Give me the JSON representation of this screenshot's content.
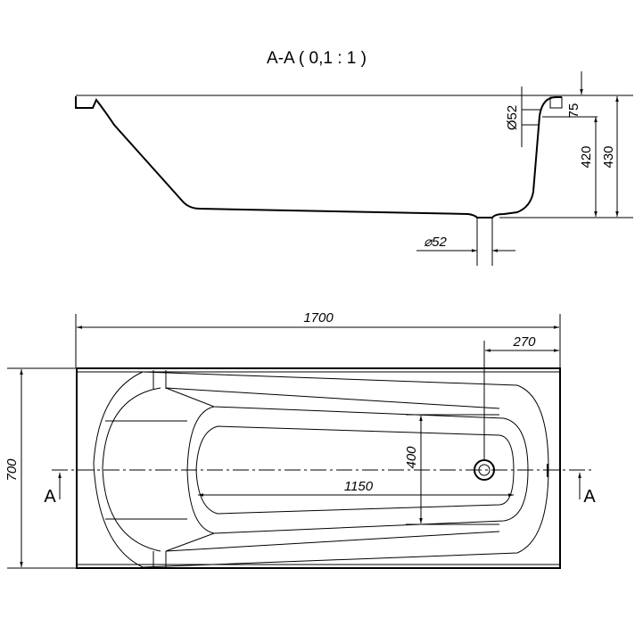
{
  "section_view": {
    "title": "A-A ( 0,1 : 1 )",
    "dims": {
      "rim_height": "75",
      "overflow_diameter": "Ø52",
      "inner_depth": "420",
      "total_height": "430",
      "drain_diameter": "⌀52"
    }
  },
  "plan_view": {
    "dims": {
      "length": "1700",
      "drain_offset": "270",
      "width": "700",
      "inner_width": "400",
      "inner_length": "1150"
    },
    "section_marks": {
      "left": "A",
      "right": "A"
    }
  },
  "colors": {
    "line": "#000000",
    "background": "#ffffff"
  }
}
